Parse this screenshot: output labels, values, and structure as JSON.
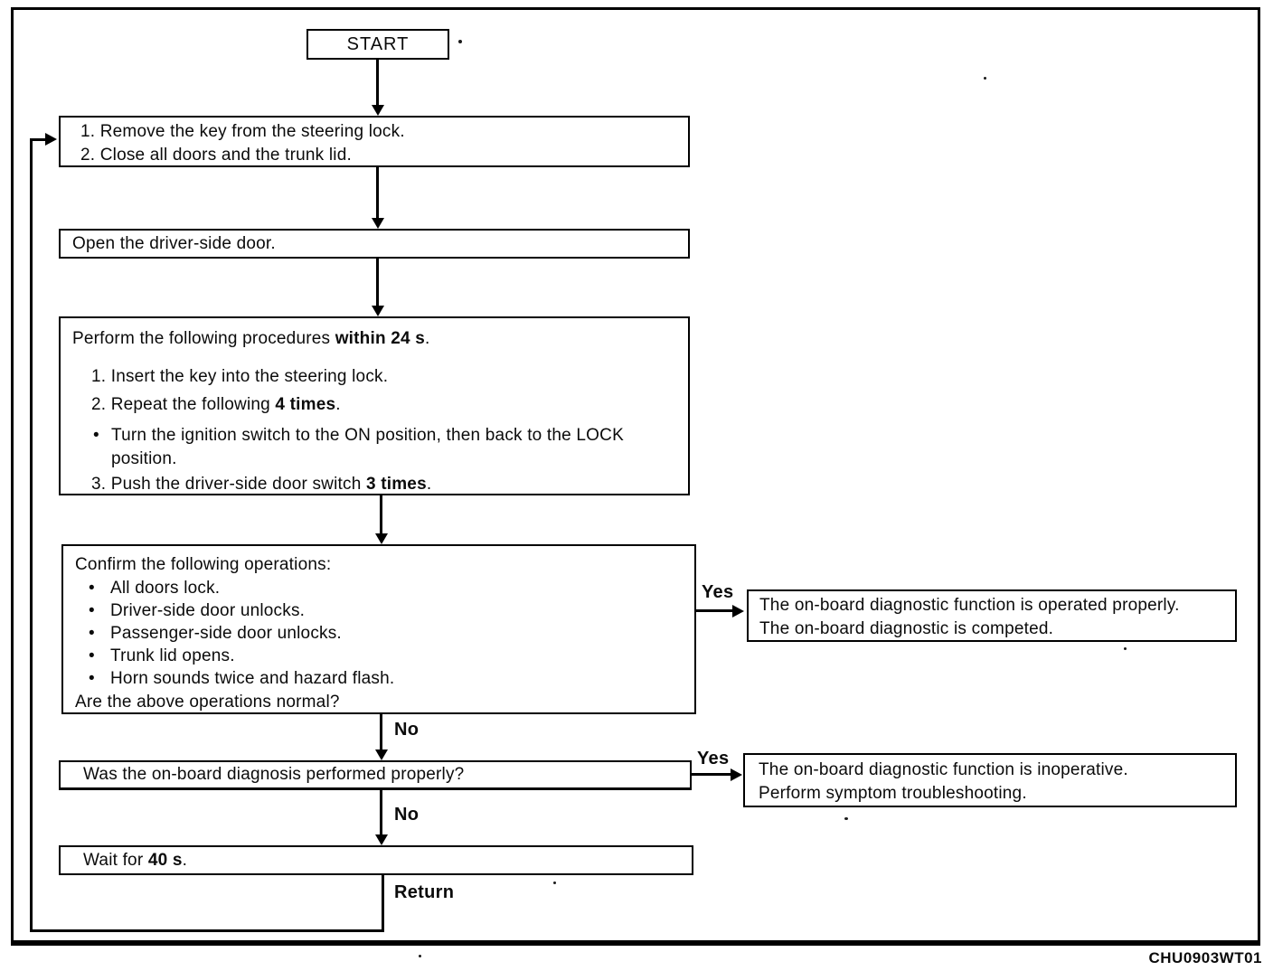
{
  "diagram": {
    "code": "CHU0903WT01",
    "ink_color": "#000000",
    "background_color": "#ffffff",
    "start": {
      "label": "START"
    },
    "prepare_box": {
      "line1": "1. Remove the key from the steering lock.",
      "line2": "2. Close all doors and the trunk lid."
    },
    "open_door_box": {
      "text": "Open the driver-side door."
    },
    "procedure_box": {
      "intro_prefix": "Perform the following procedures ",
      "intro_bold": "within 24 s",
      "intro_suffix": ".",
      "step1": "1. Insert the key into the steering lock.",
      "step2_prefix": "2. Repeat the following ",
      "step2_bold": "4 times",
      "step2_suffix": ".",
      "bullet_marker": "•",
      "bullet_text": "Turn the ignition switch to the ON position, then back to the LOCK position.",
      "step3_prefix": "3. Push the driver-side door switch ",
      "step3_bold": "3 times",
      "step3_suffix": "."
    },
    "confirm_box": {
      "header": "Confirm the following operations:",
      "bullet_marker": "•",
      "bullets": [
        "All doors lock.",
        "Driver-side door unlocks.",
        "Passenger-side door unlocks.",
        "Trunk lid opens.",
        "Horn sounds twice and hazard flash."
      ],
      "footer": "Are the above operations normal?"
    },
    "ok_box": {
      "line1": "The on-board diagnostic function is operated properly.",
      "line2": "The on-board diagnostic is competed."
    },
    "question_box": {
      "text": "Was the on-board diagnosis performed properly?"
    },
    "inoperative_box": {
      "line1": "The on-board diagnostic function is inoperative.",
      "line2": "Perform symptom troubleshooting."
    },
    "wait_box": {
      "prefix": "Wait for ",
      "bold": "40 s",
      "suffix": "."
    },
    "labels": {
      "yes1": "Yes",
      "no1": "No",
      "yes2": "Yes",
      "no2": "No",
      "return": "Return"
    }
  }
}
